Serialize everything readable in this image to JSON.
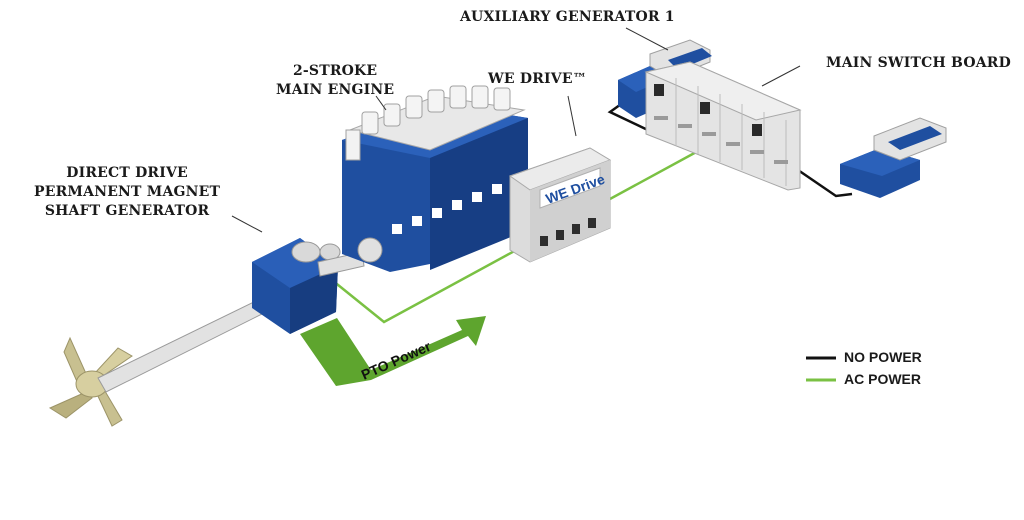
{
  "labels": {
    "aux_generator": "AUXILIARY GENERATOR 1",
    "main_switch_board": "MAIN SWITCH BOARD",
    "main_engine_line1": "2-STROKE",
    "main_engine_line2": "MAIN ENGINE",
    "we_drive": "WE DRIVE™",
    "shaft_gen_line1": "DIRECT DRIVE",
    "shaft_gen_line2": "PERMANENT MAGNET",
    "shaft_gen_line3": "SHAFT GENERATOR",
    "we_drive_panel": "WE Drive",
    "pto_arrow": "PTO Power"
  },
  "legend": {
    "items": [
      {
        "label": "NO POWER",
        "color": "#111111"
      },
      {
        "label": "AC POWER",
        "color": "#7ac143"
      }
    ]
  },
  "colors": {
    "machine_blue": "#1f4fa0",
    "cabinet_grey": "#e6e6e6",
    "pto_green": "#5ea52e",
    "ac_line": "#7ac143",
    "no_power_line": "#111111"
  }
}
